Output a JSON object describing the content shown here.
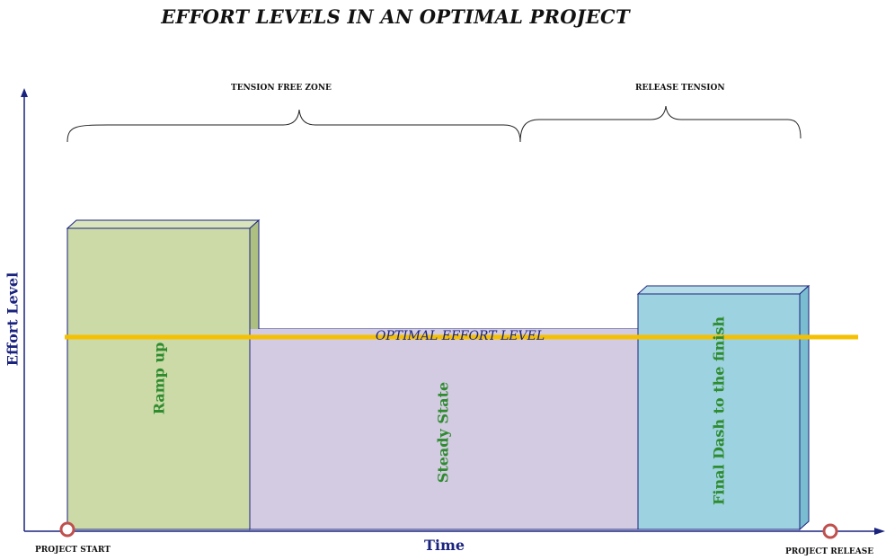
{
  "title": "EFFORT LEVELS IN AN OPTIMAL PROJECT",
  "zones": {
    "tension_free": "TENSION FREE ZONE",
    "release_tension": "RELEASE TENSION"
  },
  "axes": {
    "y_label": "Effort Level",
    "x_label": "Time"
  },
  "milestones": {
    "start": "PROJECT START",
    "release": "PROJECT RELEASE"
  },
  "phases": {
    "ramp_up": "Ramp up",
    "steady_state": "Steady State",
    "final_dash": "Final Dash to the finish"
  },
  "optimal_level": "OPTIMAL EFFORT LEVEL",
  "colors": {
    "ramp_up": "#ccdaa8",
    "steady_state": "#d3cbe2",
    "final_dash": "#9dd2e0",
    "optimal_line": "#f5c000",
    "axis": "#1a237e",
    "milestone_marker": "#c0504d",
    "phase_text": "#2e8b2e"
  }
}
